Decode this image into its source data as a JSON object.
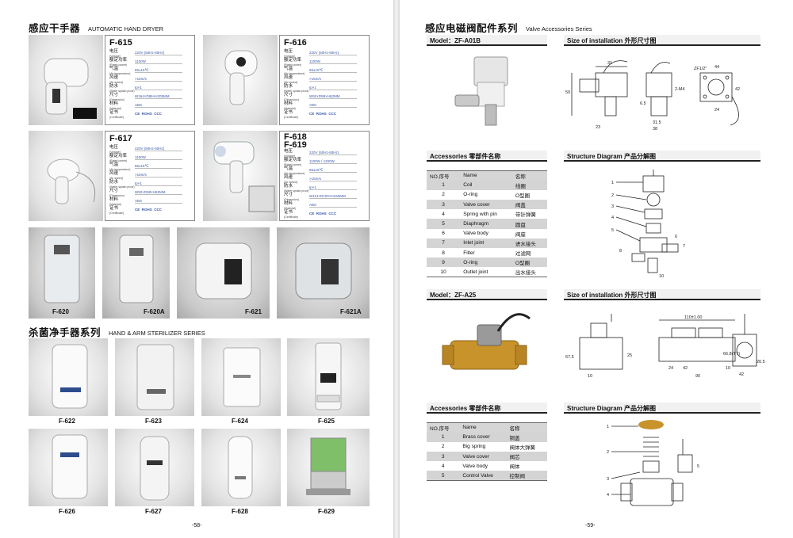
{
  "left_page": {
    "hand_dryer_section": {
      "title_cn": "感应干手器",
      "title_en": "AUTOMATIC HAND DRYER"
    },
    "spec_labels": {
      "voltage_cn": "电压",
      "voltage_en": "(Voltage)",
      "power_cn": "额定功率",
      "power_en": "(Rated power)",
      "temp_cn": "气温",
      "temp_en": "(Air temperature)",
      "speed_cn": "风速",
      "speed_en": "(Air speed)",
      "waterproof_cn": "防水",
      "waterproof_en": "(Water splash proof)",
      "dim_cn": "尺寸",
      "dim_en": "(Dimension)",
      "material_cn": "材料",
      "material_en": "(Material)",
      "cert_cn": "证书",
      "cert_en": "(Certificate)"
    },
    "spec_cards": [
      {
        "model": "F-615",
        "model2": "",
        "voltage": "220V (50Hz-60Hz)",
        "power": "1100W",
        "temp": "65±15℃",
        "speed": ">15m/s",
        "waterproof": "Ip×1",
        "dim": "W164×D86×H205MM",
        "material": "ABS",
        "cert": [
          "CE",
          "ROHS",
          "CCC"
        ]
      },
      {
        "model": "F-616",
        "model2": "",
        "voltage": "220V (50Hz-60Hz)",
        "power": "1100W",
        "temp": "65±15℃",
        "speed": ">15m/s",
        "waterproof": "Ip×1",
        "dim": "W92×D98×H62MM",
        "material": "ABS",
        "cert": [
          "CE",
          "ROHS",
          "CCC"
        ]
      },
      {
        "model": "F-617",
        "model2": "",
        "voltage": "220V (50Hz-60Hz)",
        "power": "1100W",
        "temp": "65±15℃",
        "speed": ">15m/s",
        "waterproof": "Ip×1",
        "dim": "W92×D98×H62MM",
        "material": "ABS",
        "cert": [
          "CE",
          "ROHS",
          "CCC"
        ]
      },
      {
        "model": "F-618",
        "model2": "F-619",
        "voltage": "220V (50Hz-60Hz)",
        "power": "1100W / 1200W",
        "temp": "65±15℃",
        "speed": ">15m/s",
        "waterproof": "Ip×1",
        "dim": "W113×D100×H160MM",
        "material": "ABS",
        "cert": [
          "CE",
          "ROHS",
          "CCC"
        ]
      }
    ],
    "dryer_photos": [
      "F-620",
      "F-620A",
      "F-621",
      "F-621A"
    ],
    "sterilizer_section": {
      "title_cn": "杀菌净手器系列",
      "title_en": "HAND & ARM STERILIZER SERIES"
    },
    "sterilizer_photos": [
      "F-622",
      "F-623",
      "F-624",
      "F-625",
      "F-626",
      "F-627",
      "F-628",
      "F-629"
    ],
    "page_number": "-58-"
  },
  "right_page": {
    "section": {
      "title_cn": "感应电磁阀配件系列",
      "title_en": "Valve Accessories Series"
    },
    "model_a": {
      "model_bar": "Model：ZF-A01B",
      "install_bar": "Size of installation 外形尺寸图",
      "accessories_bar": "Accessories 零部件名称",
      "structure_bar": "Structure Diagram 产品分解图",
      "table_headers": [
        "NO.序号",
        "Name",
        "名称"
      ],
      "parts": [
        [
          "1",
          "Coil",
          "线圈"
        ],
        [
          "2",
          "O-ring",
          "O型圈"
        ],
        [
          "3",
          "Valve cover",
          "阀盖"
        ],
        [
          "4",
          "Spring with pin",
          "带针弹簧"
        ],
        [
          "5",
          "Diaphragm",
          "圆盘"
        ],
        [
          "6",
          "Valve body",
          "阀座"
        ],
        [
          "7",
          "Inlet joint",
          "进水接头"
        ],
        [
          "8",
          "Filter",
          "过滤网"
        ],
        [
          "9",
          "O-ring",
          "O型圈"
        ],
        [
          "10",
          "Outlet joint",
          "出水接头"
        ]
      ],
      "dims": [
        "59",
        "31",
        "38",
        "31.5",
        "23",
        "6.5",
        "2-M4",
        "ZF1/2\"",
        "44",
        "42",
        "24"
      ]
    },
    "model_b": {
      "model_bar": "Model：ZF-A25",
      "install_bar": "Size of installation 外形尺寸图",
      "accessories_bar": "Accessories 零部件名称",
      "structure_bar": "Structure Diagram 产品分解图",
      "table_headers": [
        "NO.序号",
        "Name",
        "名称"
      ],
      "parts": [
        [
          "1",
          "Brass cover",
          "铜盖"
        ],
        [
          "2",
          "Big spring",
          "阀体大弹簧"
        ],
        [
          "3",
          "Valve cover",
          "阀芯"
        ],
        [
          "4",
          "Valve body",
          "阀体"
        ],
        [
          "5",
          "Control Valve",
          "控制阀"
        ]
      ],
      "dims": [
        "110±1.00",
        "67.5",
        "25",
        "10",
        "24",
        "42",
        "90",
        "10",
        "66.8(TT)",
        "42",
        "20.5"
      ]
    },
    "page_number": "-59-"
  },
  "colors": {
    "spec_value": "#3a56a8",
    "cert": "#2b4ea0",
    "table_shade": "#d4d4d4",
    "brass": "#c8932a"
  }
}
